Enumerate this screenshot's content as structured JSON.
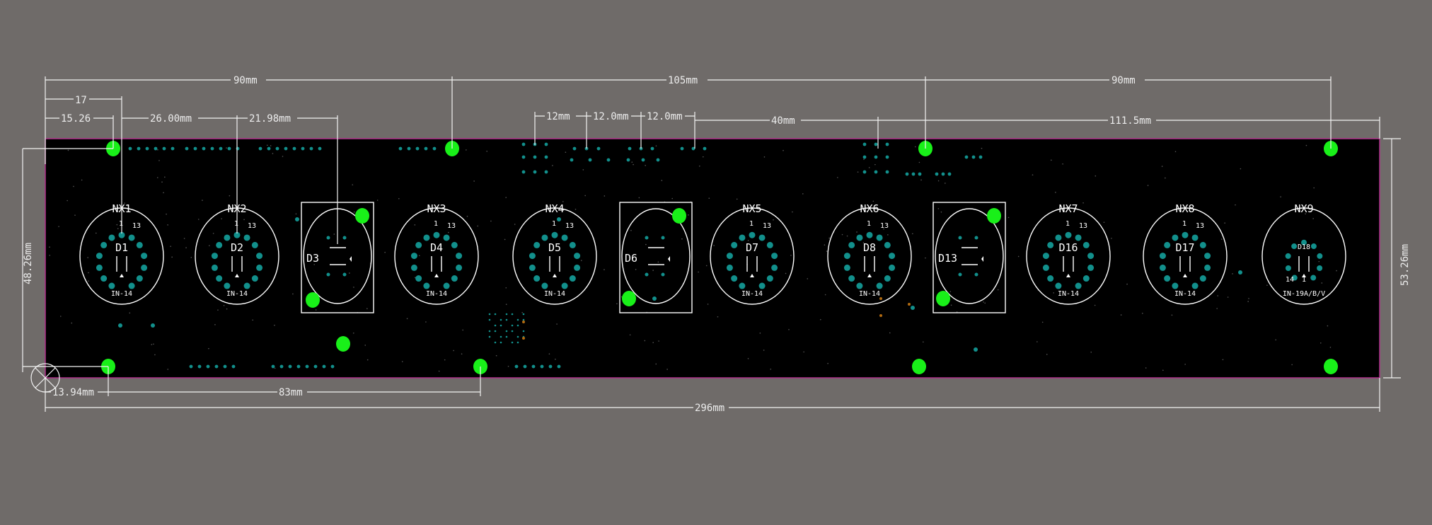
{
  "colors": {
    "background": "#6f6b69",
    "board": "#000000",
    "outline": "#b0308c",
    "silk": "#ffffff",
    "pad": "#12908c",
    "mounting_hole": "#19f019",
    "via_orange": "#b06a10"
  },
  "dimensions": {
    "top_90_left": "90mm",
    "top_105": "105mm",
    "top_90_right": "90mm",
    "d17": "17",
    "d15_26": "15.26",
    "d26": "26.00mm",
    "d21_98": "21.98mm",
    "d12": "12mm",
    "d12_0a": "12.0mm",
    "d12_0b": "12.0mm",
    "d40": "40mm",
    "d111_5": "111.5mm",
    "left_height": "48.26mm",
    "right_height": "53.26mm",
    "bottom_13_94": "13.94mm",
    "bottom_83": "83mm",
    "bottom_296": "296mm"
  },
  "components": [
    {
      "ref": "NX1",
      "diode": "D1",
      "type": "IN-14",
      "pin_first": "1",
      "pin_last": "13"
    },
    {
      "ref": "NX2",
      "diode": "D2",
      "type": "IN-14",
      "pin_first": "1",
      "pin_last": "13"
    },
    {
      "ref": "",
      "diode": "D3",
      "type": "",
      "pin_first": "",
      "pin_last": ""
    },
    {
      "ref": "NX3",
      "diode": "D4",
      "type": "IN-14",
      "pin_first": "1",
      "pin_last": "13"
    },
    {
      "ref": "NX4",
      "diode": "D5",
      "type": "IN-14",
      "pin_first": "1",
      "pin_last": "13"
    },
    {
      "ref": "",
      "diode": "D6",
      "type": "",
      "pin_first": "",
      "pin_last": ""
    },
    {
      "ref": "NX5",
      "diode": "D7",
      "type": "IN-14",
      "pin_first": "1",
      "pin_last": "13"
    },
    {
      "ref": "NX6",
      "diode": "D8",
      "type": "IN-14",
      "pin_first": "1",
      "pin_last": "13"
    },
    {
      "ref": "",
      "diode": "D13",
      "type": "",
      "pin_first": "",
      "pin_last": ""
    },
    {
      "ref": "NX7",
      "diode": "D16",
      "type": "IN-14",
      "pin_first": "1",
      "pin_last": "13"
    },
    {
      "ref": "NX8",
      "diode": "D17",
      "type": "IN-14",
      "pin_first": "1",
      "pin_last": "13"
    },
    {
      "ref": "NX9",
      "diode": "D18",
      "type": "IN-19A/B/V",
      "pin_first": "1",
      "pin_last": "14"
    }
  ]
}
